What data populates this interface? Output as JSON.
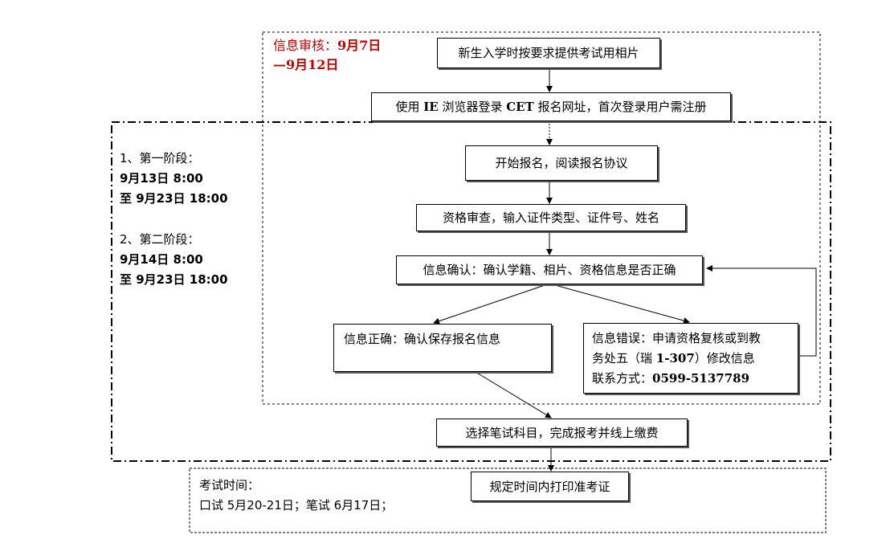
{
  "info_review": {
    "line1_prefix": "信息审核：",
    "line1_date": "9月7日",
    "line2": "—9月12日"
  },
  "steps": {
    "photo": "新生入学时按要求提供考试用相片",
    "login_pre": "使用 ",
    "login_ie": "IE",
    "login_mid": " 浏览器登录 ",
    "login_cet": "CET",
    "login_post": " 报名网址，首次登录用户需注册",
    "start": "开始报名，阅读报名协议",
    "qualify": "资格审查，输入证件类型、证件号、姓名",
    "confirm": "信息确认：确认学籍、相片、资格信息是否正确",
    "correct": "信息正确：确认保存报名信息",
    "error_line1": "信息错误：申请资格复核或到教",
    "error_line2_pre": "务处五（瑞 ",
    "error_line2_code": "1-307",
    "error_line2_post": "）修改信息",
    "error_line3_pre": "联系方式：",
    "error_line3_phone": "0599-5137789",
    "select": "选择笔试科目，完成报考并线上缴费",
    "print": "规定时间内打印准考证"
  },
  "phases": {
    "p1_title": "1、第一阶段：",
    "p1_start": "9月13日 8:00",
    "p1_end": "至 9月23日 18:00",
    "p2_title": "2、第二阶段：",
    "p2_start": "9月14日 8:00",
    "p2_end": "至 9月23日 18:00"
  },
  "exam": {
    "label": "考试时间：",
    "detail": "口试 5月20-21日；笔试 6月17日；"
  }
}
